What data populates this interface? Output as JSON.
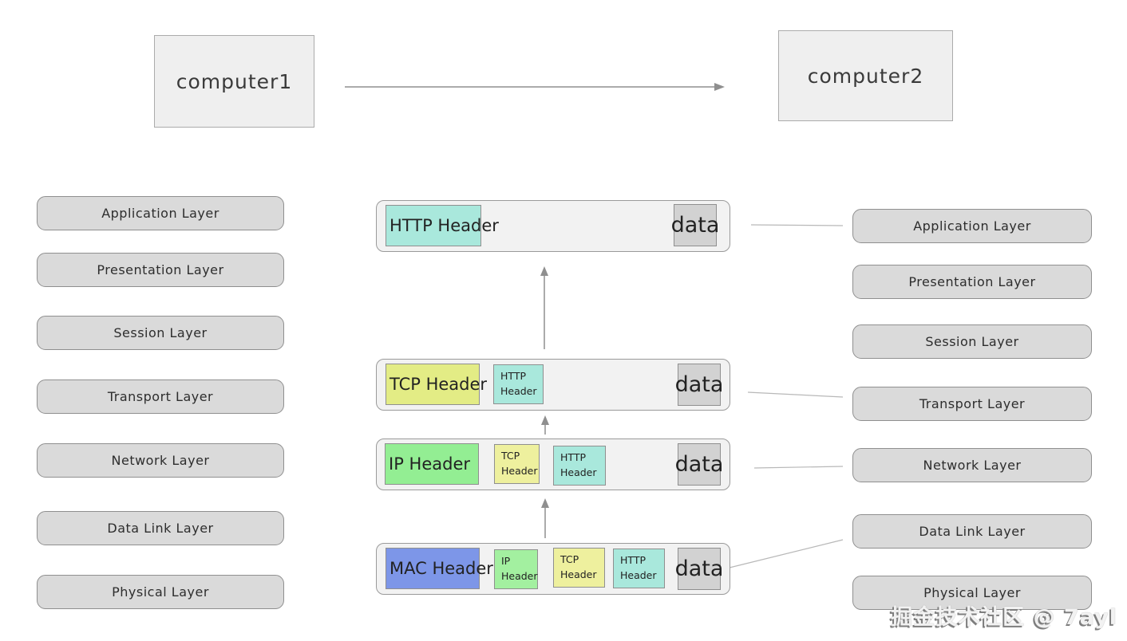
{
  "computers": {
    "computer1": "computer1",
    "computer2": "computer2"
  },
  "osi_layers": {
    "left": [
      "Application  Layer",
      "Presentation Layer",
      "Session Layer",
      "Transport Layer",
      "Network Layer",
      "Data Link Layer",
      "Physical Layer"
    ],
    "right": [
      "Application  Layer",
      "Presentation Layer",
      "Session Layer",
      "Transport Layer",
      "Network Layer",
      "Data Link Layer",
      "Physical Layer"
    ]
  },
  "segments": {
    "http_full": "HTTP Header",
    "tcp_full": "TCP Header",
    "ip_full": "IP Header",
    "mac_full": "MAC Header",
    "http_line1": "HTTP",
    "tcp_line1": "TCP",
    "ip_line1": "IP",
    "header_word": "Header",
    "data": "data"
  },
  "colors": {
    "http_header": "#a9e8dc",
    "tcp_header": "#e3ec85",
    "tcp_header_small": "#eef09e",
    "ip_header": "#93ee93",
    "ip_header_small": "#a3f0a0",
    "mac_header": "#7d96e8",
    "data_box": "#d2d2d2",
    "layer_pill": "#dadada",
    "packet_background": "#f2f2f2",
    "arrow": "#8f8f8f",
    "connector": "#b8b8b8"
  },
  "watermark": "掘金技术社区 @ 7ayl"
}
